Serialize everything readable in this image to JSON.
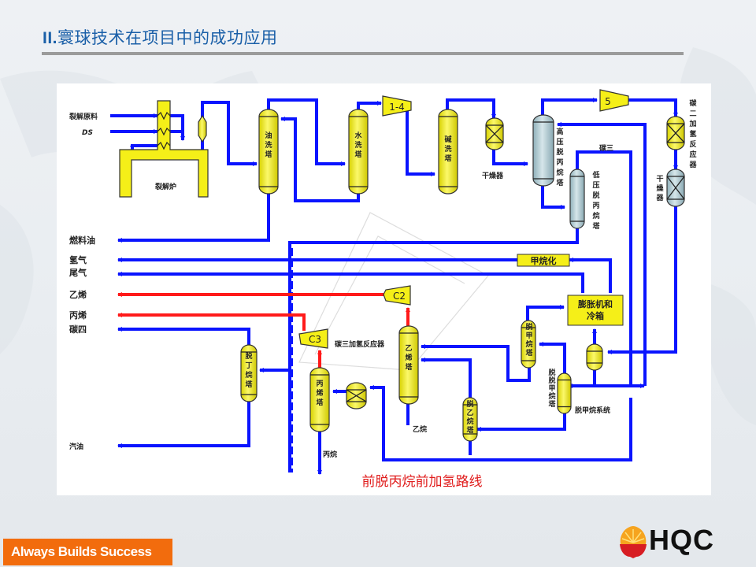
{
  "slide": {
    "title_roman": "II.",
    "title_text": "寰球技术在项目中的成功应用"
  },
  "diagram": {
    "caption": "前脱丙烷前加氢路线",
    "colors": {
      "pipe": "#0a14ff",
      "product_pipe": "#ff1a1a",
      "vessel_yellow": "#f5ef18",
      "vessel_blue": "#a9c6cf",
      "outline": "#222222",
      "caption": "#e01b1b"
    },
    "inputs": {
      "feed": "裂解原料",
      "ds": "DS"
    },
    "units": {
      "furnace": "裂解炉",
      "oil_wash": "油洗塔",
      "water_wash": "水洗塔",
      "compressor_1_4": "1-4",
      "caustic_wash": "碱洗塔",
      "dryer_1": "干燥器",
      "hp_depropanizer": "高压脱丙烷塔",
      "compressor_5": "5",
      "c2_hydro_reactor": "碳二加氢反应器",
      "dryer_2": "干燥器",
      "c3_stream": "碳三",
      "lp_depropanizer": "低压脱丙烷塔",
      "methanation": "甲烷化",
      "expander_coldbox": "膨胀机和冷箱",
      "c2_compressor": "C2",
      "c3_compressor": "C3",
      "c3_hydro_reactor": "碳三加氢反应器",
      "debutanizer": "脱丁烷塔",
      "propylene_tower": "丙烯塔",
      "ethylene_tower": "乙烯塔",
      "deethanizer": "脱乙烷塔",
      "demethanizer": "脱甲烷塔",
      "pre_demethanizer": "脱脱甲烷塔",
      "demethanizer_system": "脱甲烷系统",
      "ethane_out": "乙烷",
      "propane_out": "丙烷"
    },
    "products": [
      {
        "label": "燃料油",
        "type": "normal"
      },
      {
        "label": "氢气",
        "type": "normal"
      },
      {
        "label": "尾气",
        "type": "normal"
      },
      {
        "label": "乙烯",
        "type": "product"
      },
      {
        "label": "丙烯",
        "type": "product"
      },
      {
        "label": "碳四",
        "type": "normal"
      },
      {
        "label": "汽油",
        "type": "normal"
      }
    ]
  },
  "footer": {
    "slogan": "Always Builds Success",
    "logo_text": "HQC"
  }
}
